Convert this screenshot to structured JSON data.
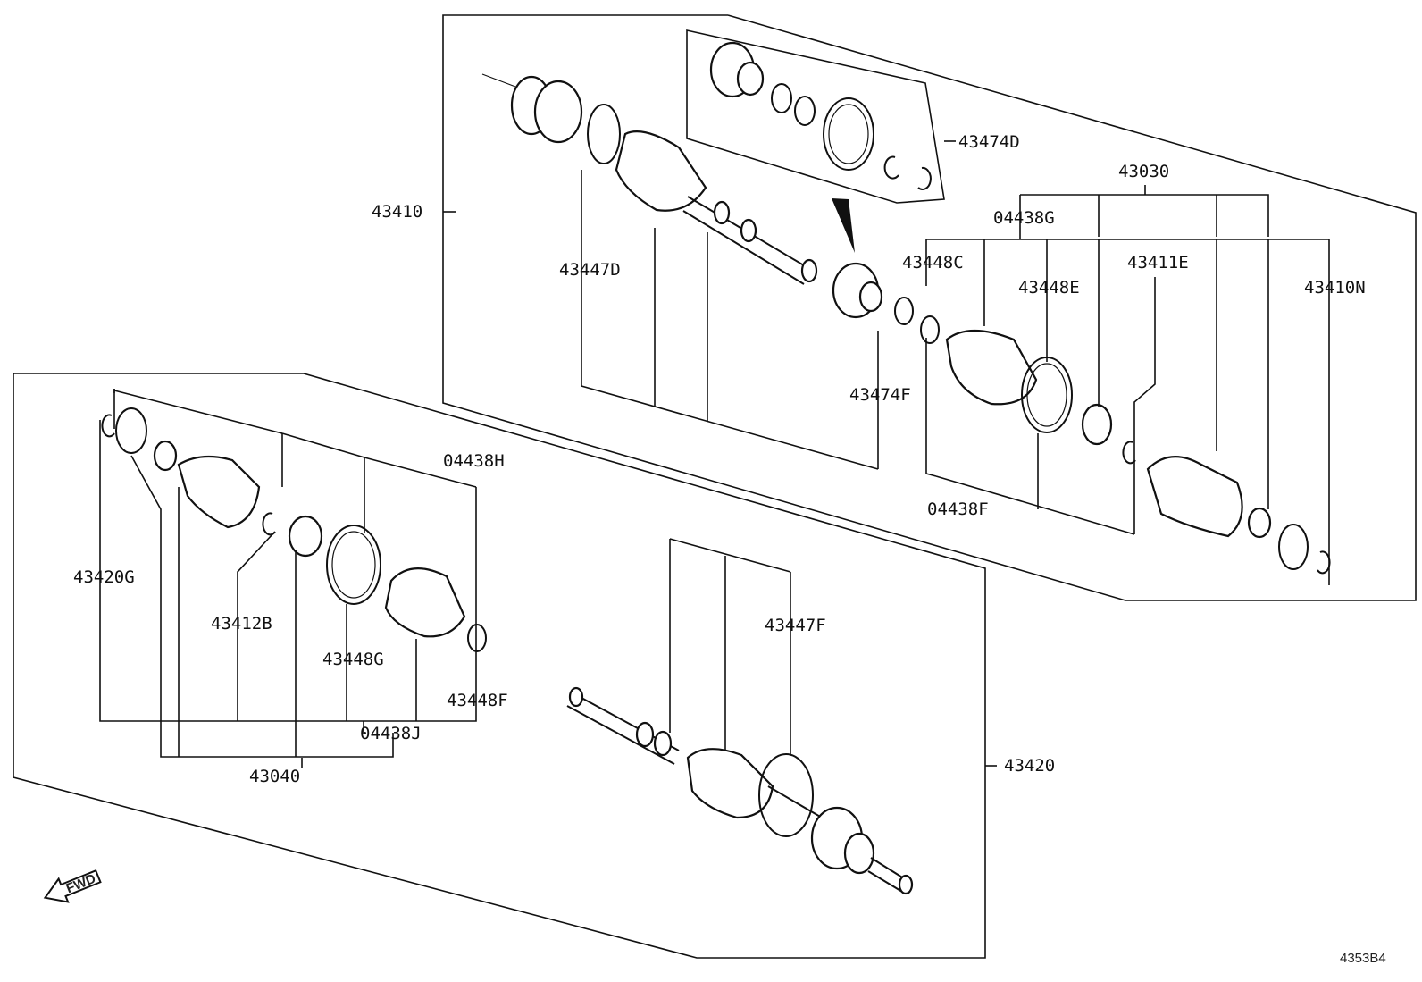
{
  "diagram": {
    "labels": {
      "p43410": "43410",
      "p43474D": "43474D",
      "p43030": "43030",
      "p04438G": "04438G",
      "p43448C": "43448C",
      "p43411E": "43411E",
      "p43448E": "43448E",
      "p43410N": "43410N",
      "p43447D": "43447D",
      "p43474F": "43474F",
      "p04438F": "04438F",
      "p04438H": "04438H",
      "p43420G": "43420G",
      "p43412B": "43412B",
      "p43448G": "43448G",
      "p43448F": "43448F",
      "p04438J": "04438J",
      "p43040": "43040",
      "p43447F": "43447F",
      "p43420": "43420"
    },
    "fwd_label": "FWD",
    "diagram_code": "4353B4"
  }
}
